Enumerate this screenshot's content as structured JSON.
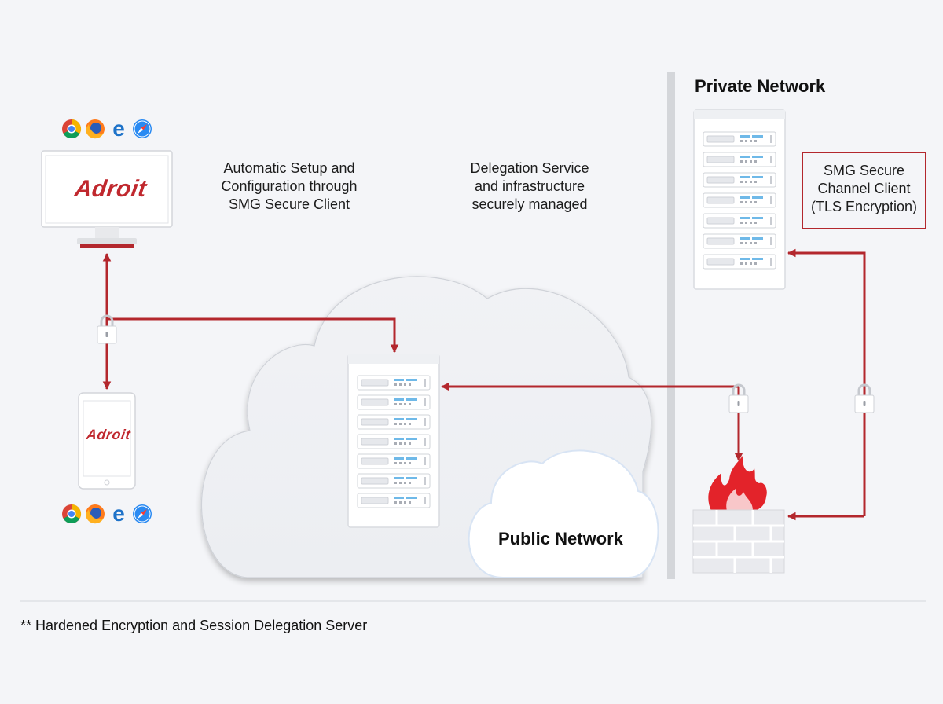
{
  "diagram": {
    "private_network_title": "Private Network",
    "public_network_title": "Public Network",
    "setup_label": [
      "Automatic Setup and",
      "Configuration through",
      "SMG Secure Client"
    ],
    "delegation_label": [
      "Delegation Service",
      "and infrastructure",
      "securely managed"
    ],
    "smg_client_label": [
      "SMG Secure",
      "Channel Client",
      "(TLS Encryption)"
    ],
    "footnote": "** Hardened Encryption and Session Delegation Server",
    "logo_text": "Adroit",
    "browser_icons": [
      "chrome-icon",
      "firefox-icon",
      "edge-icon",
      "safari-icon"
    ]
  },
  "colors": {
    "accent_red": "#b3272d",
    "background": "#f4f5f8",
    "server_white": "#ffffff",
    "divider_gray": "#d4d6da",
    "fire_red": "#e3232a",
    "indicator_blue": "#6fb9e8"
  }
}
